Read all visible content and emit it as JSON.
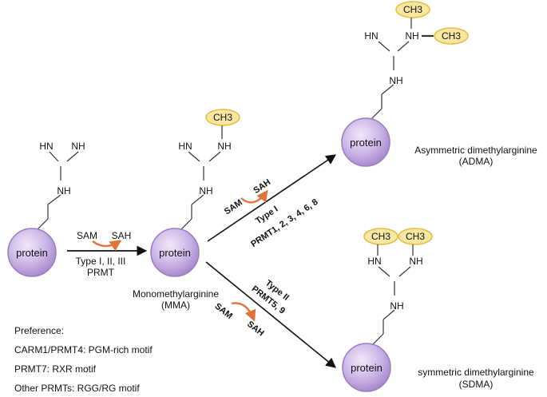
{
  "molecules": {
    "arginine": {
      "atoms": [
        "HN",
        "NH",
        "NH"
      ],
      "protein": "protein"
    },
    "mma": {
      "methyl": "CH3",
      "atoms": [
        "HN",
        "NH",
        "NH"
      ],
      "protein": "protein",
      "label_line1": "Monomethylarginine",
      "label_line2": "(MMA)"
    },
    "adma": {
      "methyls": [
        "CH3",
        "CH3"
      ],
      "atoms": [
        "HN",
        "NH",
        "NH"
      ],
      "protein": "protein",
      "label_line1": "Asymmetric dimethylarginine",
      "label_line2": "(ADMA)"
    },
    "sdma": {
      "methyls": [
        "CH3",
        "CH3"
      ],
      "atoms": [
        "HN",
        "NH",
        "NH"
      ],
      "protein": "protein",
      "label_line1": "symmetric dimethylarginine",
      "label_line2": "(SDMA)"
    }
  },
  "reactions": {
    "step1": {
      "cofactor_in": "SAM",
      "cofactor_out": "SAH",
      "enzyme_line1": "Type I, II, III",
      "enzyme_line2": "PRMT"
    },
    "type1": {
      "cofactor_in": "SAM",
      "cofactor_out": "SAH",
      "type": "Type I",
      "enzymes": "PRMT1, 2, 3, 4, 6, 8"
    },
    "type2": {
      "cofactor_in": "SAM",
      "cofactor_out": "SAH",
      "type": "Type II",
      "enzymes": "PRMT5, 9"
    }
  },
  "preference": {
    "title": "Preference:",
    "items": [
      "CARM1/PRMT4: PGM-rich motif",
      "PRMT7: RXR motif",
      "Other PRMTs: RGG/RG motif"
    ]
  },
  "colors": {
    "protein_fill": "#c9b3e3",
    "protein_stroke": "#9a7cc4",
    "methyl_fill": "#f8e7a3",
    "methyl_stroke": "#e2bd3e",
    "curve_arrow": "#e0743a",
    "bond": "#333333"
  }
}
